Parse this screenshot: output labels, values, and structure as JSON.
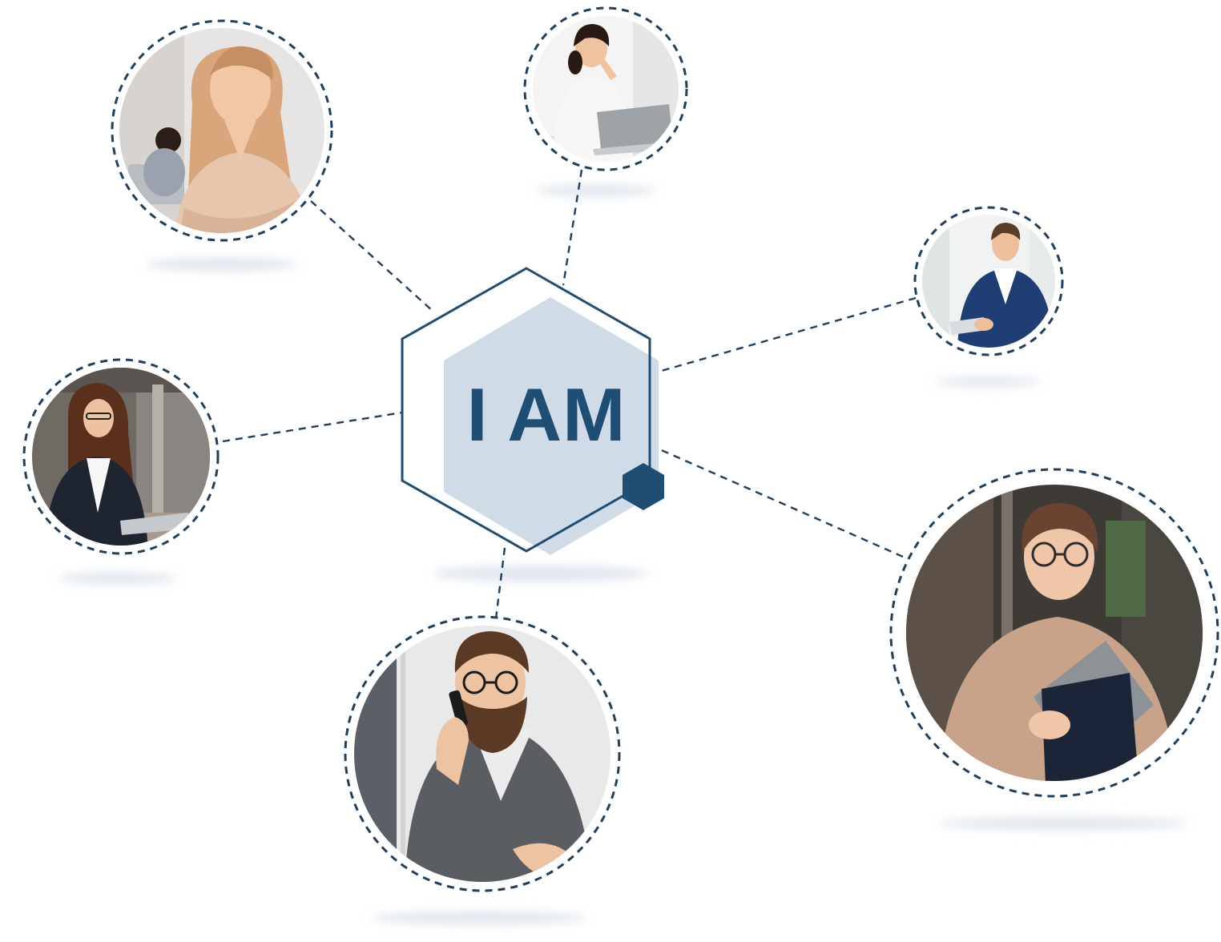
{
  "center": {
    "label": "I AM",
    "icon": "hexagon-icon"
  },
  "colors": {
    "navy": "#1f4e75",
    "dash": "#1f3f5f",
    "hex_fill": "#cfdbe6",
    "shadow": "#dfe6ee",
    "skin": "#f1c7a6",
    "hair_blonde": "#d8a67a",
    "hair_dark": "#3a2418",
    "suit_navy": "#1f3f74",
    "suit_dark": "#1e2430",
    "suit_grey": "#5a5d62",
    "sweater": "#c8a38a",
    "office_light": "#ececec",
    "office_dark": "#6f6a64"
  },
  "people": [
    {
      "id": "woman-blonde",
      "icon": "person-photo-icon",
      "description_icon": "businesswoman-arms-crossed-icon"
    },
    {
      "id": "woman-phone-laptop",
      "icon": "person-photo-icon",
      "description_icon": "woman-on-phone-icon"
    },
    {
      "id": "man-blue-suit",
      "icon": "person-photo-icon",
      "description_icon": "businessman-tablet-icon"
    },
    {
      "id": "woman-glasses-laptop",
      "icon": "person-photo-icon",
      "description_icon": "woman-typing-icon"
    },
    {
      "id": "man-beard-phone",
      "icon": "person-photo-icon",
      "description_icon": "bearded-man-phone-icon"
    },
    {
      "id": "woman-folders",
      "icon": "person-photo-icon",
      "description_icon": "woman-holding-folders-icon"
    }
  ]
}
